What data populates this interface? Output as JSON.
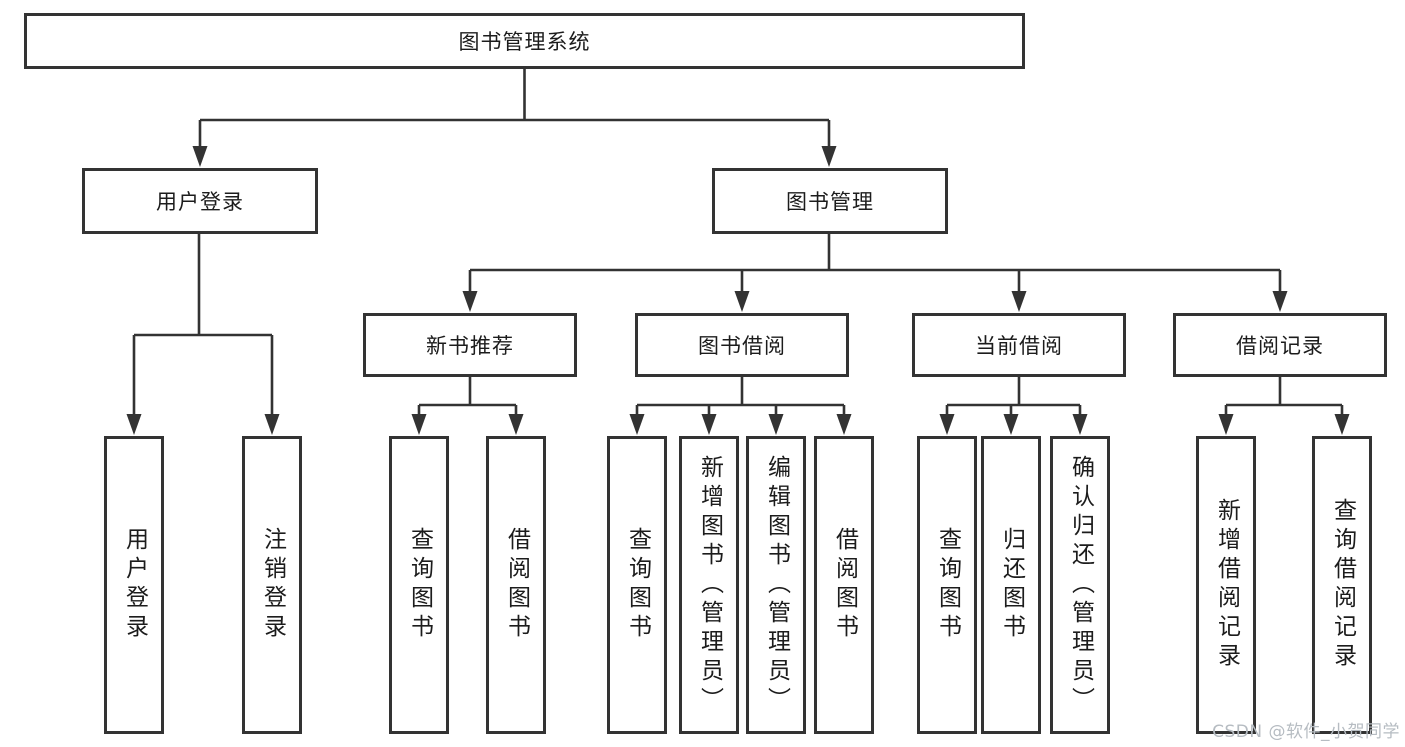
{
  "tree": {
    "root": {
      "label": "图书管理系统"
    },
    "branches": [
      {
        "label": "用户登录",
        "leaves": [
          {
            "label": "用户登录"
          },
          {
            "label": "注销登录"
          }
        ]
      },
      {
        "label": "图书管理",
        "sections": [
          {
            "label": "新书推荐",
            "leaves": [
              {
                "label": "查询图书"
              },
              {
                "label": "借阅图书"
              }
            ]
          },
          {
            "label": "图书借阅",
            "leaves": [
              {
                "label": "查询图书"
              },
              {
                "label": "新增图书（管理员）"
              },
              {
                "label": "编辑图书（管理员）"
              },
              {
                "label": "借阅图书"
              }
            ]
          },
          {
            "label": "当前借阅",
            "leaves": [
              {
                "label": "查询图书"
              },
              {
                "label": "归还图书"
              },
              {
                "label": "确认归还（管理员）"
              }
            ]
          },
          {
            "label": "借阅记录",
            "leaves": [
              {
                "label": "新增借阅记录"
              },
              {
                "label": "查询借阅记录"
              }
            ]
          }
        ]
      }
    ]
  },
  "watermark": {
    "text": "CSDN @软件_小贺同学"
  },
  "colors": {
    "line": "#333333",
    "box_border": "#333333",
    "box_background": "#ffffff",
    "text": "#1c1c1c",
    "watermark": "#b6bcc2",
    "background": "#ffffff"
  }
}
